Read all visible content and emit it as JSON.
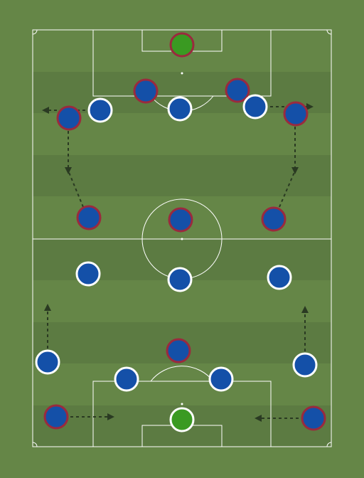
{
  "colors": {
    "grass": "#658647",
    "stripe": "#5c7b42",
    "lines": "#ffffff",
    "team_a_fill": "#1450a8",
    "team_a_border": "#ffffff",
    "team_b_fill": "#1450a8",
    "team_b_border": "#9a2a3e",
    "keeper_fill": "#3a9a22",
    "arrow": "#2a3a22"
  },
  "players": [
    {
      "id": "gk-top",
      "team": "keeper-b"
    },
    {
      "id": "b-cb-left",
      "team": "b"
    },
    {
      "id": "b-cb-right",
      "team": "b"
    },
    {
      "id": "b-fb-left",
      "team": "b"
    },
    {
      "id": "b-fb-right",
      "team": "b"
    },
    {
      "id": "b-mid-left",
      "team": "b"
    },
    {
      "id": "b-mid-center",
      "team": "b"
    },
    {
      "id": "b-mid-right",
      "team": "b"
    },
    {
      "id": "b-fwd-bottom",
      "team": "b"
    },
    {
      "id": "b-wb-left-bottom",
      "team": "b"
    },
    {
      "id": "b-wb-right-bottom",
      "team": "b"
    },
    {
      "id": "a-fwd-left",
      "team": "a"
    },
    {
      "id": "a-fwd-center",
      "team": "a"
    },
    {
      "id": "a-fwd-right",
      "team": "a"
    },
    {
      "id": "a-mid-left",
      "team": "a"
    },
    {
      "id": "a-mid-center",
      "team": "a"
    },
    {
      "id": "a-mid-right",
      "team": "a"
    },
    {
      "id": "a-wide-left",
      "team": "a"
    },
    {
      "id": "a-wide-right",
      "team": "a"
    },
    {
      "id": "a-cb-left",
      "team": "a"
    },
    {
      "id": "a-cb-right",
      "team": "a"
    },
    {
      "id": "gk-bottom",
      "team": "keeper-a"
    }
  ]
}
